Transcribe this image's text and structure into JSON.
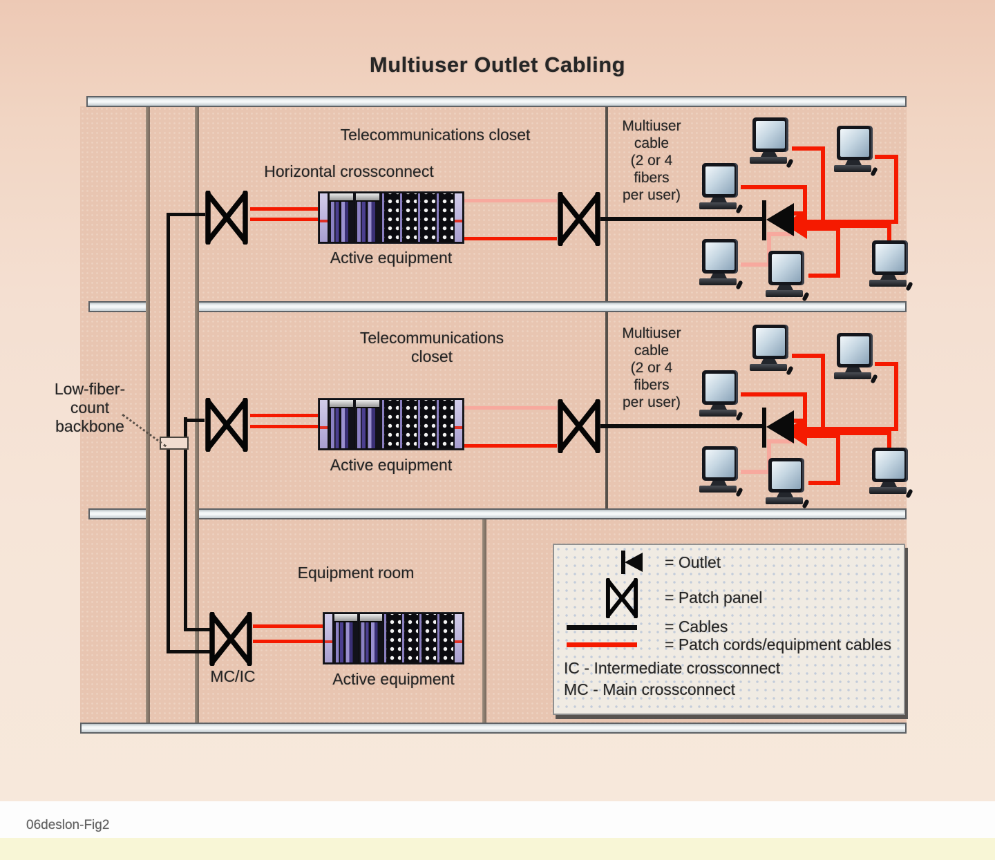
{
  "title": "Multiuser Outlet Cabling",
  "caption": "06deslon-Fig2",
  "backbone_label": "Low-fiber-\ncount\nbackbone",
  "floor1": {
    "room": "Telecommunications closet",
    "crossconnect": "Horizontal crossconnect",
    "equipment": "Active equipment",
    "multiuser_cable": "Multiuser\ncable\n(2 or 4\nfibers\nper user)"
  },
  "floor2": {
    "room": "Telecommunications\ncloset",
    "equipment": "Active equipment",
    "multiuser_cable": "Multiuser\ncable\n(2 or 4\nfibers\nper user)"
  },
  "floor3": {
    "room": "Equipment room",
    "crossconnect_label": "MC/IC",
    "equipment": "Active equipment"
  },
  "legend": {
    "outlet": "=  Outlet",
    "patch_panel": "=  Patch panel",
    "cables": "=  Cables",
    "patch_cords": "=  Patch cords/equipment cables",
    "ic": "IC - Intermediate crossconnect",
    "mc": "MC - Main crossconnect"
  },
  "colors": {
    "cable_black": "#0d0d0d",
    "patch_cord_red": "#f51a00",
    "patch_cord_pink": "#f7a99e",
    "wall": "#8d7e70",
    "slab": "#e9eef0"
  }
}
